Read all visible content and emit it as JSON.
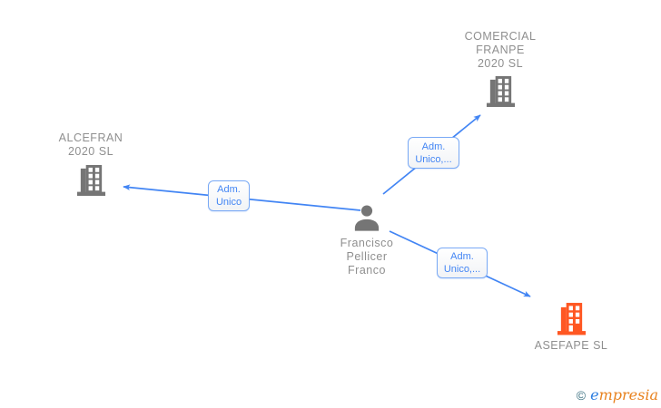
{
  "canvas": {
    "background": "#ffffff"
  },
  "palette": {
    "edge_blue": "#4285F4",
    "edge_label_border": "#79a9f5",
    "icon_gray": "#757575",
    "icon_orange": "#FF5722",
    "node_text_gray": "#8f8f8f",
    "logo_copyright_color": "#3a7080",
    "logo_e_color": "#2b7de0",
    "logo_rest_color": "#e8821e"
  },
  "nodes": {
    "comercial": {
      "type": "company",
      "label": "COMERCIAL\nFRANPE\n2020  SL"
    },
    "alcefran": {
      "type": "company",
      "label": "ALCEFRAN\n2020  SL"
    },
    "person": {
      "type": "person",
      "label": "Francisco\nPellicer\nFranco"
    },
    "asefape": {
      "type": "company",
      "label": "ASEFAPE  SL"
    }
  },
  "edges": {
    "to_alcefran": {
      "label": "Adm.\nUnico"
    },
    "to_comercial": {
      "label": "Adm.\nUnico,..."
    },
    "to_asefape": {
      "label": "Adm.\nUnico,..."
    }
  },
  "footer": {
    "copyright_symbol": "©",
    "brand_e": "e",
    "brand_rest": "mpresia"
  }
}
